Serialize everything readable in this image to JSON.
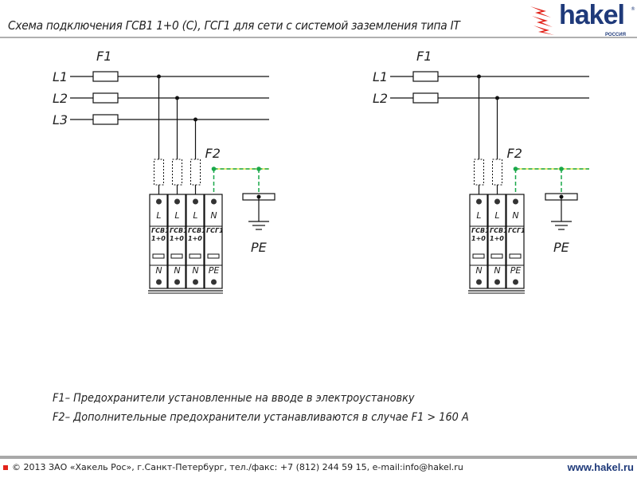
{
  "header": {
    "title": "Схема подключения ГСВ1 1+0 (С), ГСГ1 для сети с системой заземления типа IT",
    "logo_text": "hakel",
    "logo_sub": "РОССИЯ",
    "logo_reg": "®"
  },
  "left_diagram": {
    "fuse1": "F1",
    "fuse2": "F2",
    "lines": [
      "L1",
      "L2",
      "L3"
    ],
    "pe": "PE",
    "modules": [
      {
        "top": "L",
        "name1": "ГСВ1",
        "name2": "1+0",
        "bottom": "N"
      },
      {
        "top": "L",
        "name1": "ГСВ1",
        "name2": "1+0",
        "bottom": "N"
      },
      {
        "top": "L",
        "name1": "ГСВ1",
        "name2": "1+0",
        "bottom": "N"
      },
      {
        "top": "N",
        "name1": "ГСГ1",
        "name2": "",
        "bottom": "PE"
      }
    ]
  },
  "right_diagram": {
    "fuse1": "F1",
    "fuse2": "F2",
    "lines": [
      "L1",
      "L2"
    ],
    "pe": "PE",
    "modules": [
      {
        "top": "L",
        "name1": "ГСВ1",
        "name2": "1+0",
        "bottom": "N"
      },
      {
        "top": "L",
        "name1": "ГСВ1",
        "name2": "1+0",
        "bottom": "N"
      },
      {
        "top": "N",
        "name1": "ГСГ1",
        "name2": "",
        "bottom": "PE"
      }
    ]
  },
  "notes": [
    "F1– Предохранители установленные на вводе в электроустановку",
    "F2– Дополнительные предохранители устанавливаются в случае F1 > 160 А"
  ],
  "footer": {
    "copyright": "© 2013 ЗАО «Хакель Рос», г.Санкт-Петербург, тел./факс: +7 (812) 244 59 15, e-mail:info@hakel.ru",
    "website": "www.hakel.ru"
  },
  "colors": {
    "pe_line": "#1aa84a",
    "pe_dash": "#e8e84a",
    "brand": "#1f3a7a",
    "accent": "#e2231a"
  }
}
